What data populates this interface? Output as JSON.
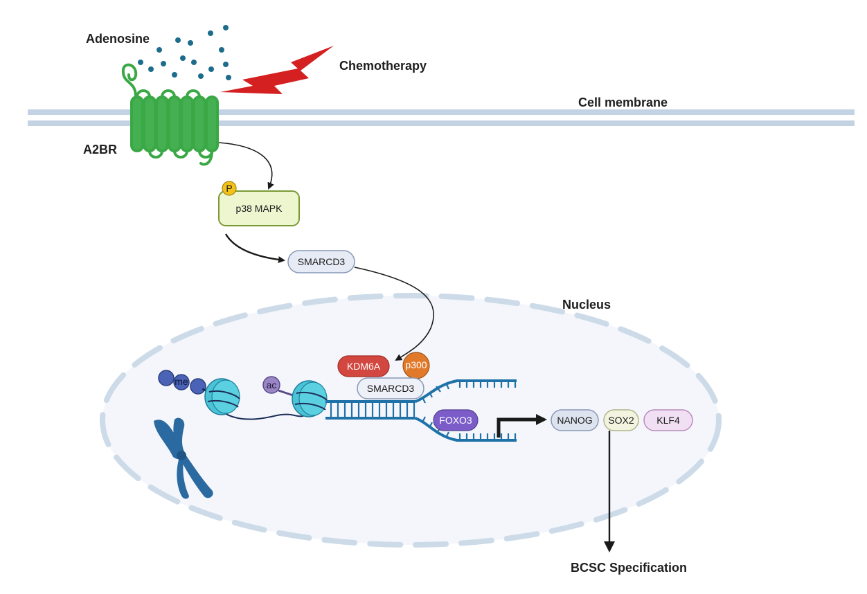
{
  "labels": {
    "adenosine": "Adenosine",
    "chemotherapy": "Chemotherapy",
    "cell_membrane": "Cell membrane",
    "receptor": "A2BR",
    "nucleus": "Nucleus",
    "outcome": "BCSC Specification"
  },
  "kinase": {
    "name": "p38 MAPK",
    "phospho_badge": "P"
  },
  "proteins": {
    "smarcd3_cytoplasm": "SMARCD3",
    "smarcd3_nucleus": "SMARCD3",
    "kdm6a": "KDM6A",
    "p300": "p300",
    "foxo3": "FOXO3"
  },
  "histone_marks": {
    "methyl": "me",
    "acetyl": "ac"
  },
  "target_genes": [
    "NANOG",
    "SOX2",
    "KLF4"
  ],
  "colors": {
    "receptor": "#3aa845",
    "membrane": "#c3d3e3",
    "lightning": "#d42020",
    "kinase_fill": "#eef6d0",
    "kinase_stroke": "#7a9a35",
    "nucleus_fill": "#f4f6fb",
    "nucleus_border": "#cddbe9",
    "dna": "#1f72a8",
    "nucleosome": "#4cc2d6",
    "chromosome": "#2b6aa0",
    "kdm6a": "#d2473f",
    "p300": "#e07a2a",
    "foxo3": "#7b5cc8",
    "nanog": "#dee3f0",
    "sox2": "#f2f4e0",
    "klf4": "#f1e0f3"
  }
}
